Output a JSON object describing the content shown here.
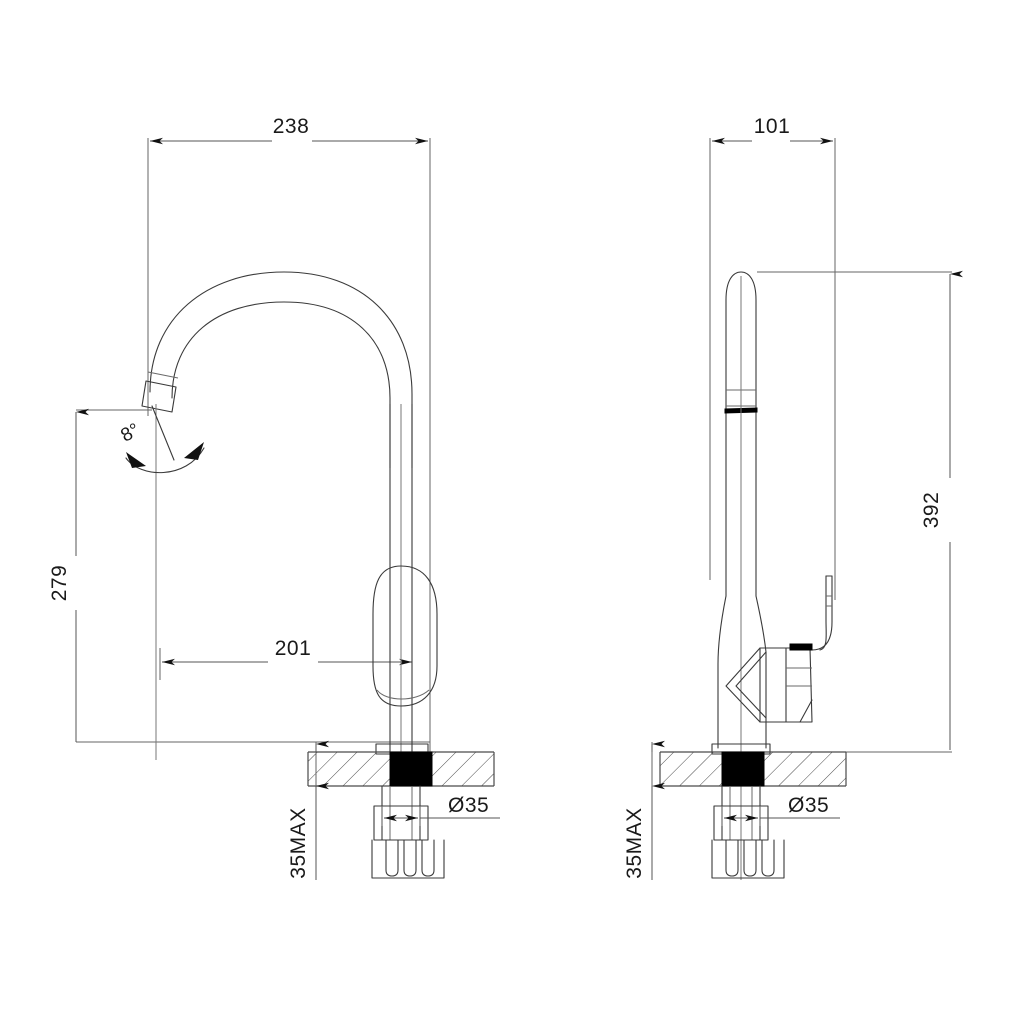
{
  "drawing": {
    "title": "Kitchen mixer tap technical dimension drawing",
    "background_color": "#ffffff",
    "line_color": "#3a3a3a",
    "fill_color": "#000000",
    "views": [
      {
        "id": "front-view",
        "label": "front-elevation"
      },
      {
        "id": "side-view",
        "label": "side-elevation"
      }
    ]
  },
  "front_view": {
    "dimensions": {
      "spout_reach": "238",
      "spout_height": "279",
      "handle_offset": "201",
      "hole_diameter": "Ø35",
      "counter_thickness": "35MAX",
      "outlet_angle": "8°"
    }
  },
  "side_view": {
    "dimensions": {
      "body_depth": "101",
      "overall_height": "392",
      "hole_diameter": "Ø35",
      "counter_thickness": "35MAX"
    }
  },
  "annotations": {
    "diameter_symbol": "Ø",
    "degree_symbol": "°"
  }
}
